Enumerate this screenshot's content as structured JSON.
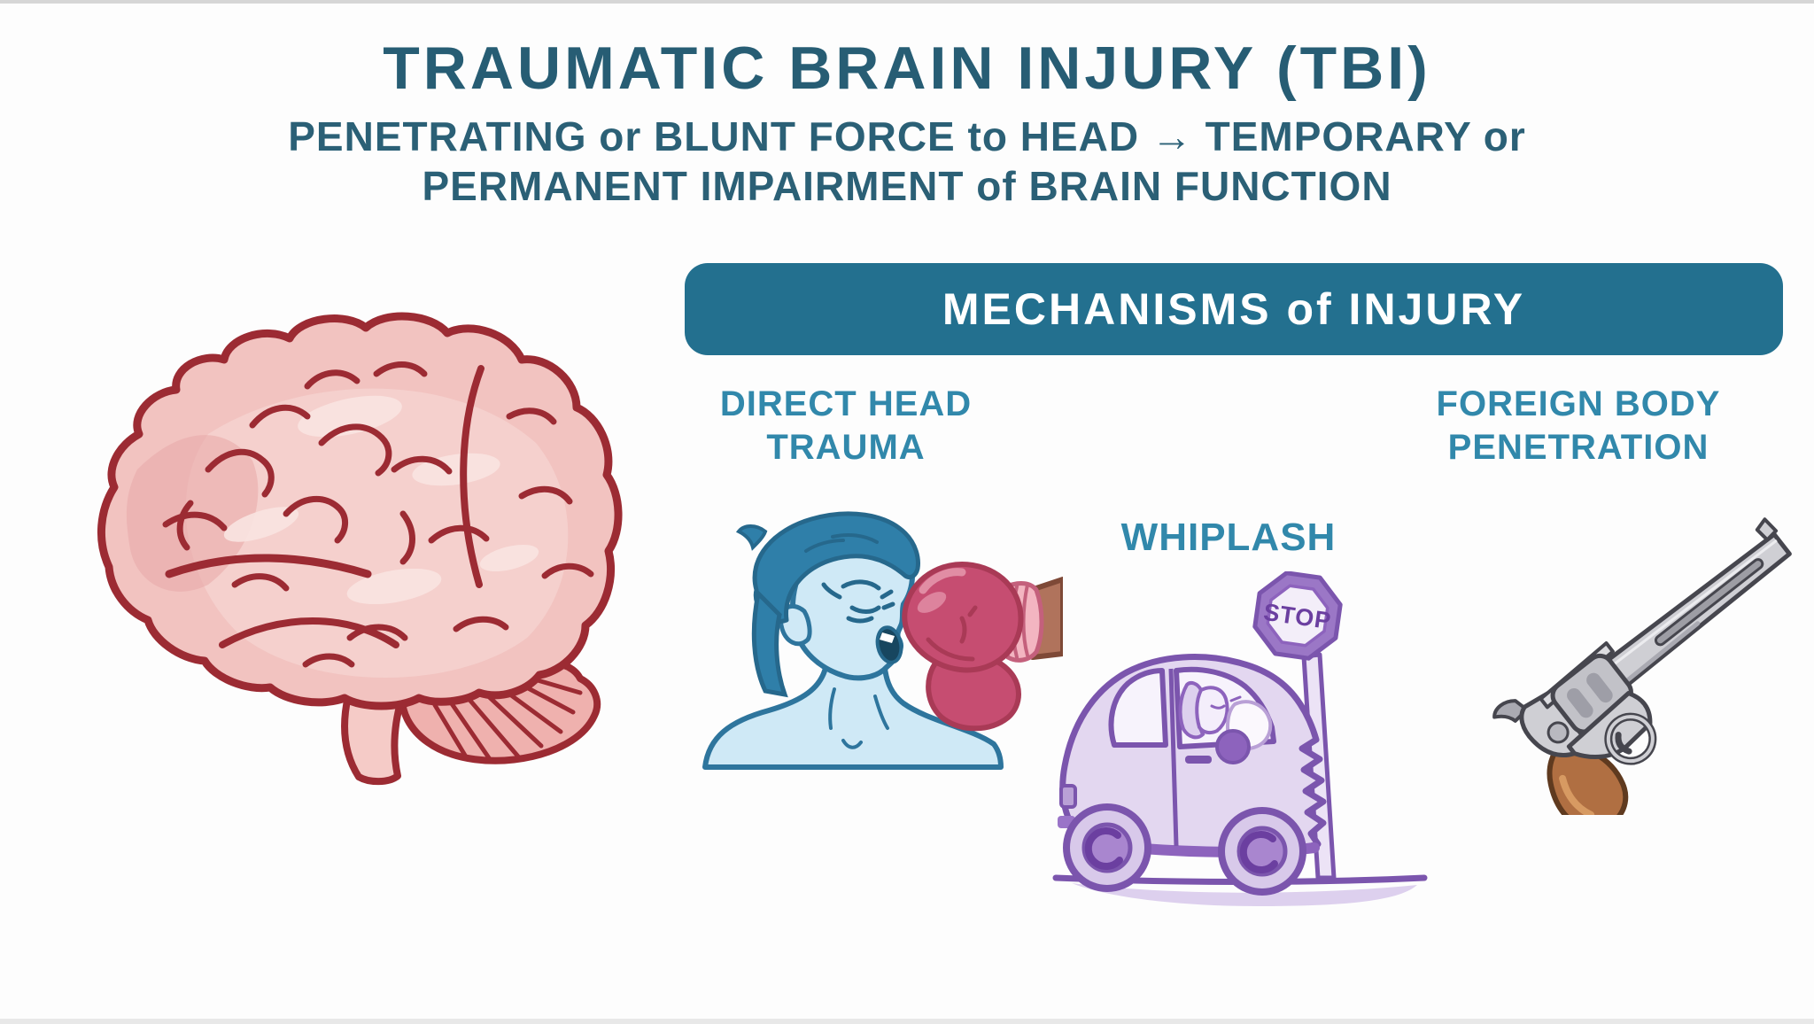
{
  "header": {
    "title": "TRAUMATIC BRAIN INJURY (TBI)",
    "subtitle_line1": "PENETRATING or BLUNT FORCE to HEAD → TEMPORARY or",
    "subtitle_line2": "PERMANENT IMPAIRMENT of BRAIN FUNCTION",
    "text_color": "#275d74"
  },
  "banner": {
    "label": "MECHANISMS of INJURY",
    "background": "#23708f",
    "text_color": "#ffffff"
  },
  "mechanisms": [
    {
      "id": "direct-head-trauma",
      "label": "DIRECT HEAD TRAUMA",
      "illustration": "man-punched-by-boxing-glove"
    },
    {
      "id": "whiplash",
      "label": "WHIPLASH",
      "illustration": "car-crashed-into-stop-sign",
      "stop_sign_text": "STOP"
    },
    {
      "id": "foreign-body-penetration",
      "label": "FOREIGN BODY PENETRATION",
      "illustration": "revolver-handgun"
    }
  ],
  "left_illustration": {
    "name": "brain-lateral-view"
  },
  "colors": {
    "label_teal": "#3188ab",
    "brain_fill": "#f2c3c0",
    "brain_line": "#9c2b33",
    "skin_blue": "#cfe9f6",
    "hair_blue": "#2f7fa9",
    "glove_red": "#c64d71",
    "arm_brown": "#b0735c",
    "car_purple_line": "#7b55ad",
    "car_fill": "#e3d7f0",
    "gun_gray": "#cfcfd4",
    "grip_brown": "#b06f42"
  }
}
